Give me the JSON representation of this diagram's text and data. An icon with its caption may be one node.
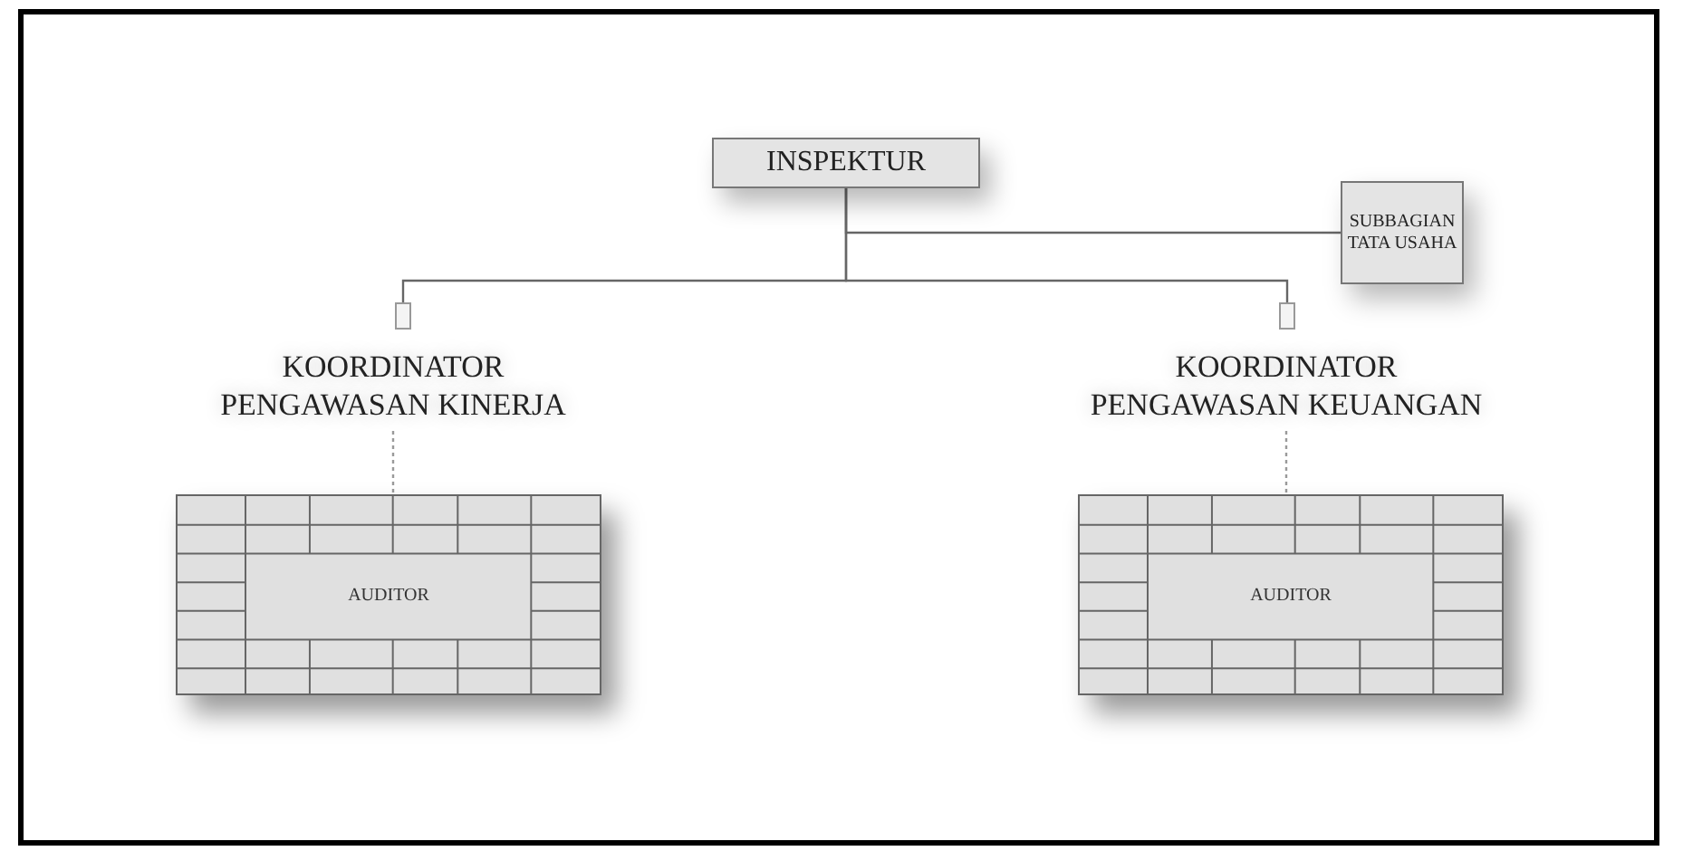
{
  "diagram": {
    "nodes": [
      {
        "text": [
          "INSPEKTUR"
        ]
      },
      {
        "text": [
          "SUBBAGIAN TATA USAHA"
        ]
      },
      {
        "text": [],
        "shape": "box"
      },
      {
        "text": [
          "KOORDINATOR PENGAWASAN KINERJA"
        ]
      },
      {
        "text": [
          "AUDITOR"
        ]
      },
      {
        "text": [],
        "shape": "box"
      },
      {
        "text": [
          "KOORDINATOR PENGAWASAN KEUANGAN"
        ]
      },
      {
        "text": [
          "AUDITOR"
        ]
      }
    ],
    "edges": [
      {
        "from": 0,
        "to": 1,
        "arrow": "none"
      },
      {
        "from": 0,
        "to": 2,
        "arrow": "none"
      },
      {
        "from": 0,
        "to": 5,
        "arrow": "none"
      },
      {
        "from": 3,
        "to": 4,
        "arrow": "none",
        "style": "dashed",
        "color": "#9a9a9a"
      },
      {
        "from": 6,
        "to": 7,
        "arrow": "none",
        "style": "dashed",
        "color": "#9a9a9a"
      }
    ]
  }
}
